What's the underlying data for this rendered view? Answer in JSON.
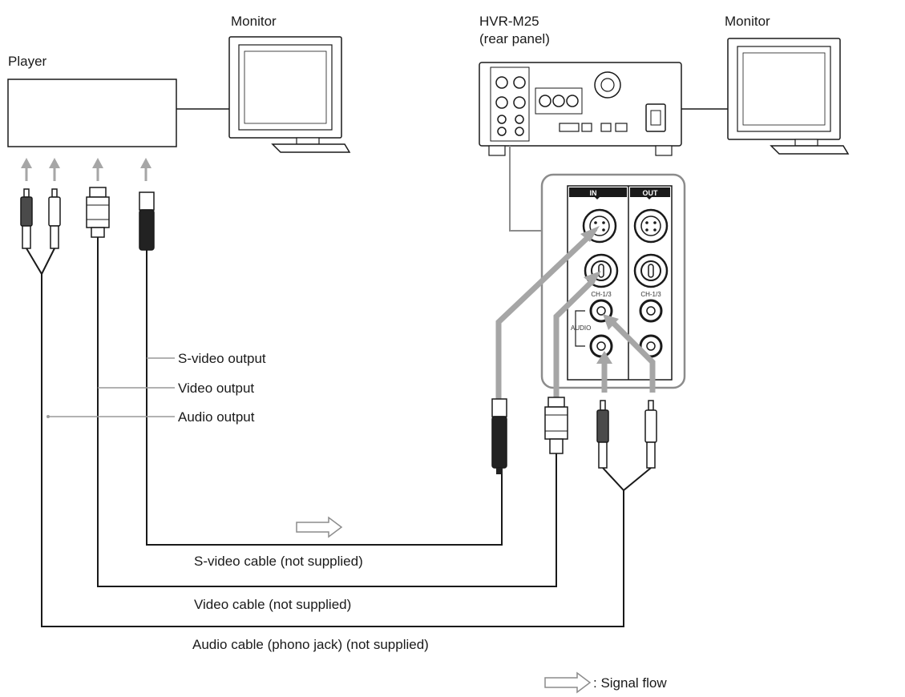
{
  "labels": {
    "player": "Player",
    "monitor_left": "Monitor",
    "device_name": "HVR-M25",
    "device_sub": "(rear panel)",
    "monitor_right": "Monitor",
    "s_video_output": "S-video output",
    "video_output": "Video output",
    "audio_output": "Audio output",
    "s_video_cable": "S-video cable (not supplied)",
    "video_cable": "Video cable (not supplied)",
    "audio_cable": "Audio cable (phono jack) (not supplied)",
    "signal_flow": ": Signal flow"
  },
  "panel": {
    "in": "IN",
    "out": "OUT",
    "ch_left": "CH-1/3",
    "ch_right": "CH-1/3",
    "audio": "AUDIO"
  },
  "colors": {
    "line": "#1a1a1a",
    "arrow": "#a6a6a6",
    "frame": "#8c8c8c"
  }
}
